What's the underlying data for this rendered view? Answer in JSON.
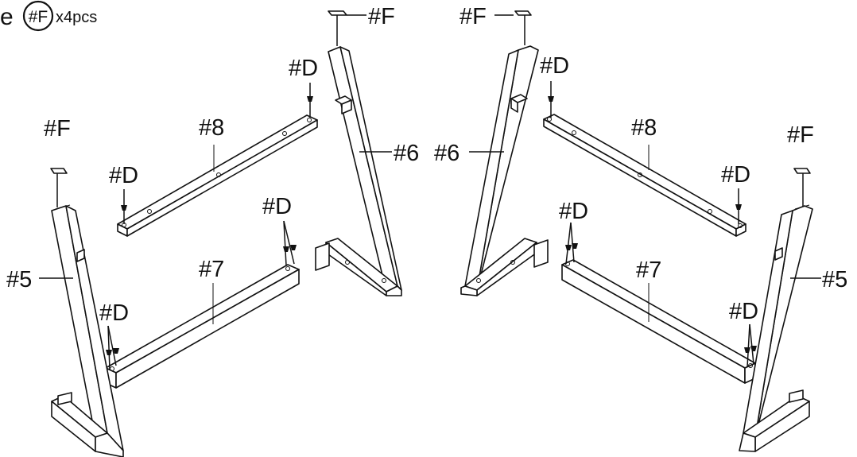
{
  "header": {
    "prefix": "e",
    "part_code": "#F",
    "quantity": "x4pcs"
  },
  "labels": {
    "part5": "#5",
    "part6": "#6",
    "part7": "#7",
    "part8": "#8",
    "screw": "#D",
    "cap": "#F"
  },
  "colors": {
    "line": "#111111",
    "background": "#ffffff"
  }
}
